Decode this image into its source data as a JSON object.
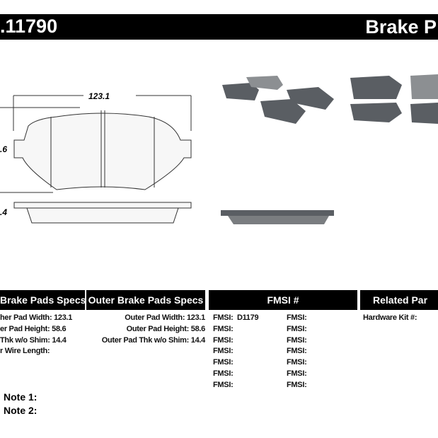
{
  "header": {
    "part_number": ".11790",
    "title": "Brake P"
  },
  "drawing": {
    "width_dim": "123.1",
    "height_dim": ".6",
    "thickness_dim": ".4"
  },
  "inner": {
    "header": "Brake Pads Specs",
    "lines": [
      "her Pad Width: 123.1",
      "er Pad Height: 58.6",
      "Thk w/o Shim: 14.4",
      "r Wire Length:"
    ]
  },
  "outer": {
    "header": "Outer Brake Pads Specs",
    "lines": [
      "Outer Pad Width: 123.1",
      "Outer Pad Height: 58.6",
      "Outer Pad Thk w/o Shim: 14.4"
    ]
  },
  "fmsi": {
    "header": "FMSI #",
    "col1": [
      "FMSI:  D1179",
      "FMSI:",
      "FMSI:",
      "FMSI:",
      "FMSI:",
      "FMSI:",
      "FMSI:"
    ],
    "col2": [
      "FMSI:",
      "FMSI:",
      "FMSI:",
      "FMSI:",
      "FMSI:",
      "FMSI:",
      "FMSI:"
    ]
  },
  "related": {
    "header": "Related Par",
    "lines": [
      "Hardware Kit #:"
    ]
  },
  "notes": [
    "Note 1:",
    "Note 2:"
  ]
}
